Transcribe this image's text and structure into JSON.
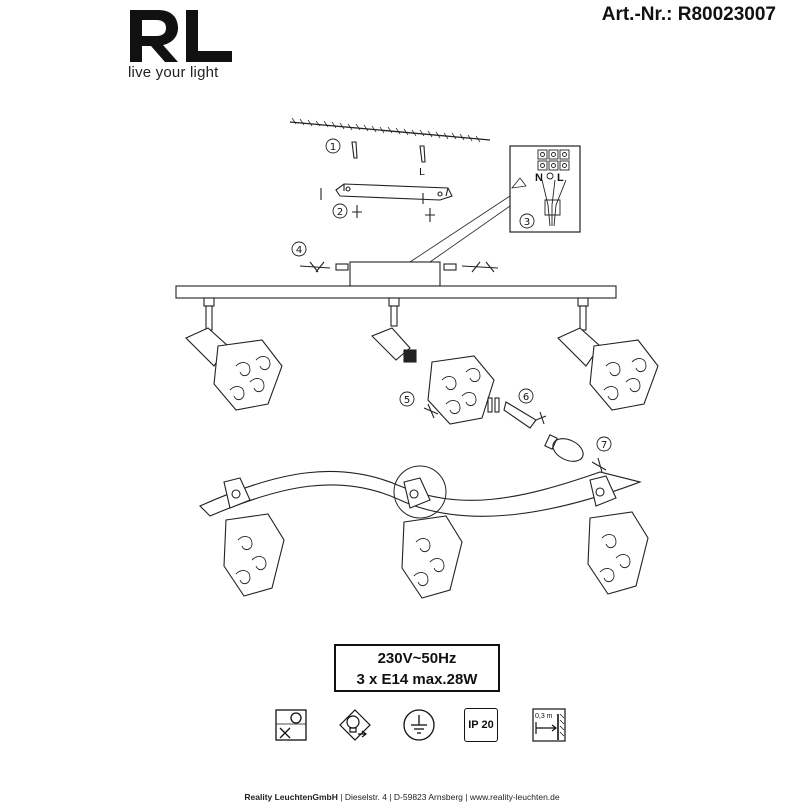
{
  "brand": {
    "tagline": "live your light"
  },
  "article": {
    "number": "Art.-Nr.: R80023007"
  },
  "steps": [
    "1",
    "2",
    "3",
    "4",
    "5",
    "6",
    "7"
  ],
  "terminal_labels": {
    "neutral": "N",
    "live": "L"
  },
  "ceiling_screw_label": "L",
  "specs": {
    "voltage": "230V~50Hz",
    "bulbs": "3 x E14 max.28W"
  },
  "symbols": {
    "ip_rating": "IP 20",
    "distance": "0,3 m",
    "icons": [
      "no-insulation-cover-icon",
      "bulb-replace-icon",
      "earth-ground-icon",
      "ip20-icon",
      "min-distance-icon"
    ]
  },
  "footer": {
    "company": "Reality LeuchtenGmbH",
    "street": "Dieselstr. 4",
    "city": "D-59823 Arnsberg",
    "website": "www.reality-leuchten.de",
    "separator": "|"
  }
}
